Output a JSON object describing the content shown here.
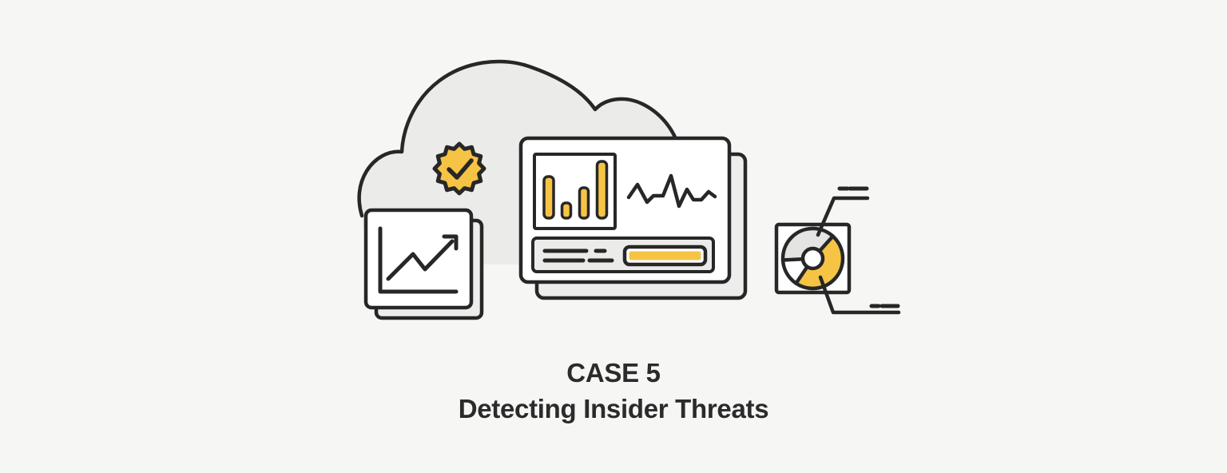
{
  "caption": {
    "case_label": "CASE 5",
    "title": "Detecting Insider Threats"
  },
  "theme": {
    "background": "#f6f6f5",
    "outline": "#272727",
    "accent_yellow": "#f6c445",
    "cloud_gray": "#ebebea",
    "panel_white": "#ffffff",
    "shadow_gray": "#ededec",
    "segment_gray": "#e4e4e3",
    "text": "#2b2b2b"
  },
  "illustration": {
    "elements": [
      "cloud",
      "verified-badge-with-checkmark",
      "dashboard-panel-with-back-card",
      "bar-chart",
      "heartbeat-line-chart",
      "text-placeholder-lines",
      "progress-bar",
      "trend-chart-card-with-back-card",
      "donut-chart-in-square",
      "callout-lines-with-dashes"
    ],
    "bar_chart_relative_heights": [
      0.55,
      0.2,
      0.4,
      0.75
    ],
    "progress_fill_fraction": 0.9,
    "donut_segments": [
      {
        "name": "yellow",
        "fraction": 0.48
      },
      {
        "name": "gray",
        "fraction": 0.37
      },
      {
        "name": "white",
        "fraction": 0.15
      }
    ]
  }
}
